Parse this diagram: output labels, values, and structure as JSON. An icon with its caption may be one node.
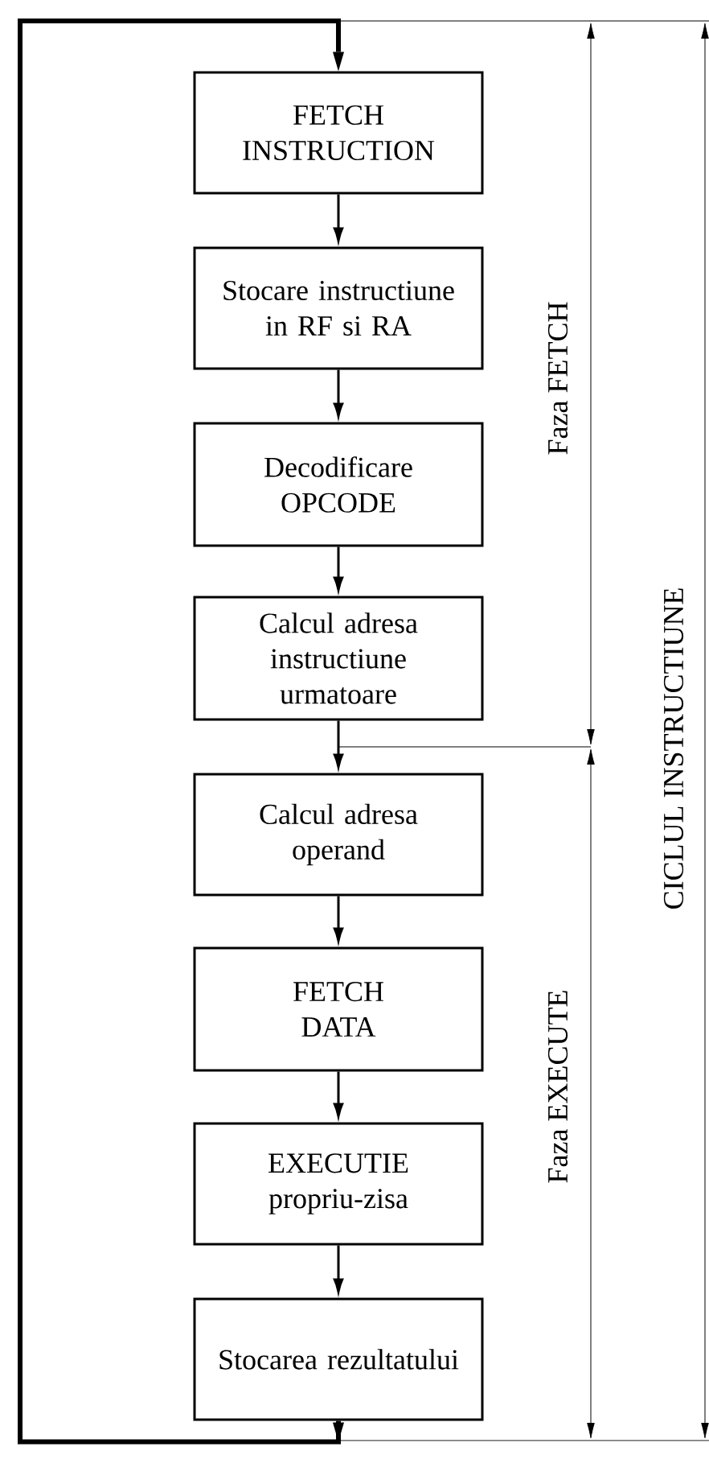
{
  "diagram": {
    "nodes": [
      {
        "text": [
          "FETCH INSTRUCTION"
        ]
      },
      {
        "text": [
          "Stocare instructiune in RF si RA"
        ]
      },
      {
        "text": [
          "Decodificare OPCODE"
        ]
      },
      {
        "text": [
          "Calcul adresa instructiune urmatoare"
        ]
      },
      {
        "text": [
          "Calcul adresa operand"
        ]
      },
      {
        "text": [
          "FETCH DATA"
        ]
      },
      {
        "text": [
          "EXECUTIE propriu-zisa"
        ]
      },
      {
        "text": [
          "Stocarea rezultatului"
        ]
      }
    ],
    "edges": [
      {
        "from": 0,
        "to": 1,
        "arrow": "to"
      },
      {
        "from": 1,
        "to": 2,
        "arrow": "to"
      },
      {
        "from": 2,
        "to": 3,
        "arrow": "to"
      },
      {
        "from": 3,
        "to": 4,
        "arrow": "to"
      },
      {
        "from": 4,
        "to": 5,
        "arrow": "to"
      },
      {
        "from": 5,
        "to": 6,
        "arrow": "to"
      },
      {
        "from": 6,
        "to": 7,
        "arrow": "to"
      },
      {
        "from": 7,
        "to": 0,
        "arrow": "to",
        "style": "thick"
      }
    ],
    "labels": [
      "Faza FETCH",
      "Faza EXECUTE",
      "CICLUL INSTRUCTIUNE"
    ]
  }
}
